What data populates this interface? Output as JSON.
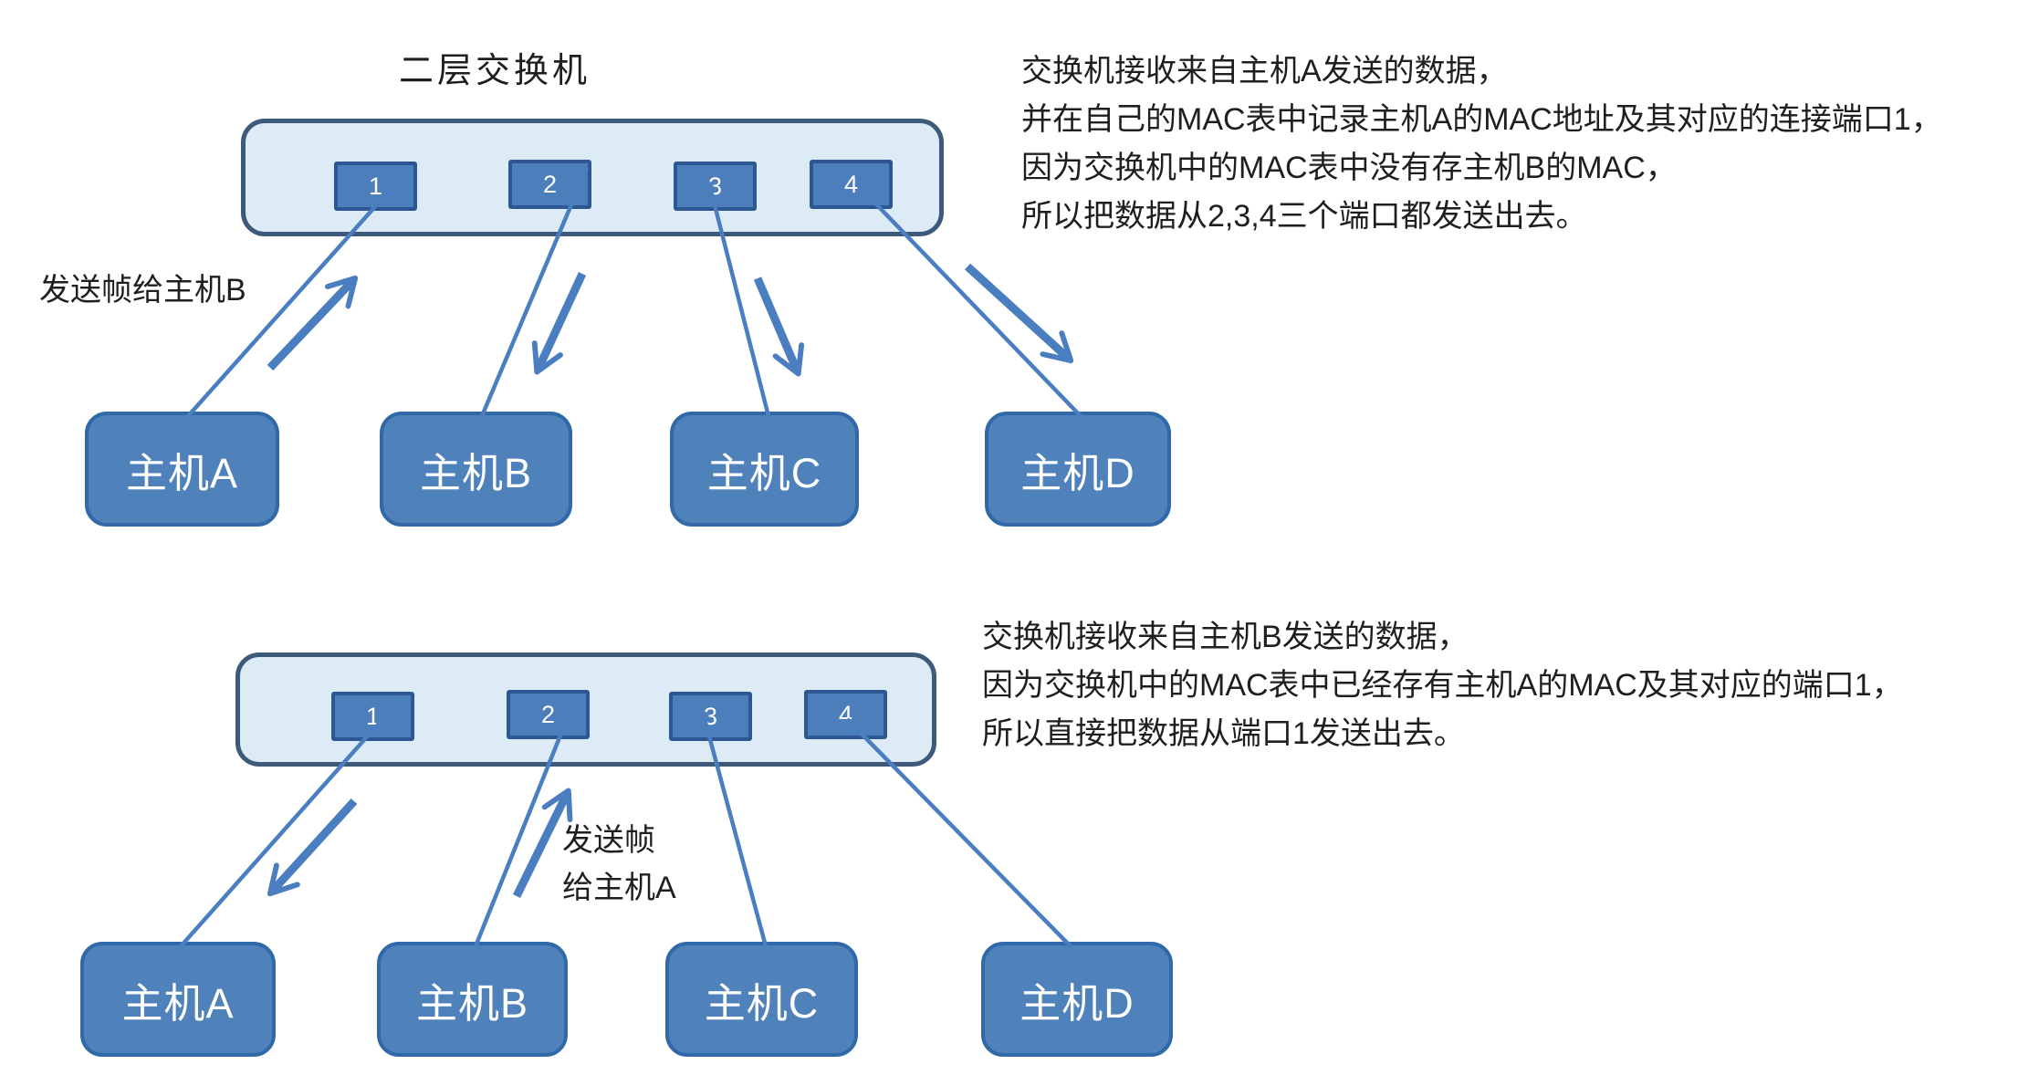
{
  "colors": {
    "switch_fill": "#dcebf5",
    "switch_border": "#3d5a7a",
    "port_fill": "#4d7ebc",
    "port_border": "#2d5792",
    "host_fill": "#4f81bb",
    "host_border": "#3068a8",
    "line_color": "#4a7ec0",
    "text_color": "#1f1f1f",
    "port_label_color": "#ffffff",
    "host_label_color": "#ffffff"
  },
  "top_diagram": {
    "switch_title": "二层交换机",
    "ports": [
      "1",
      "2",
      "3",
      "4"
    ],
    "hosts": [
      "主机A",
      "主机B",
      "主机C",
      "主机D"
    ],
    "send_label": "发送帧给主机B",
    "note_lines": [
      "交换机接收来自主机A发送的数据，",
      "并在自己的MAC表中记录主机A的MAC地址及其对应的连接端口1，",
      "因为交换机中的MAC表中没有存主机B的MAC，",
      "所以把数据从2,3,4三个端口都发送出去。"
    ]
  },
  "bottom_diagram": {
    "ports": [
      "1",
      "2",
      "3",
      "4"
    ],
    "hosts": [
      "主机A",
      "主机B",
      "主机C",
      "主机D"
    ],
    "send_label_lines": [
      "发送帧",
      "给主机A"
    ],
    "note_lines": [
      "交换机接收来自主机B发送的数据，",
      "因为交换机中的MAC表中已经存有主机A的MAC及其对应的端口1，",
      "所以直接把数据从端口1发送出去。"
    ]
  }
}
